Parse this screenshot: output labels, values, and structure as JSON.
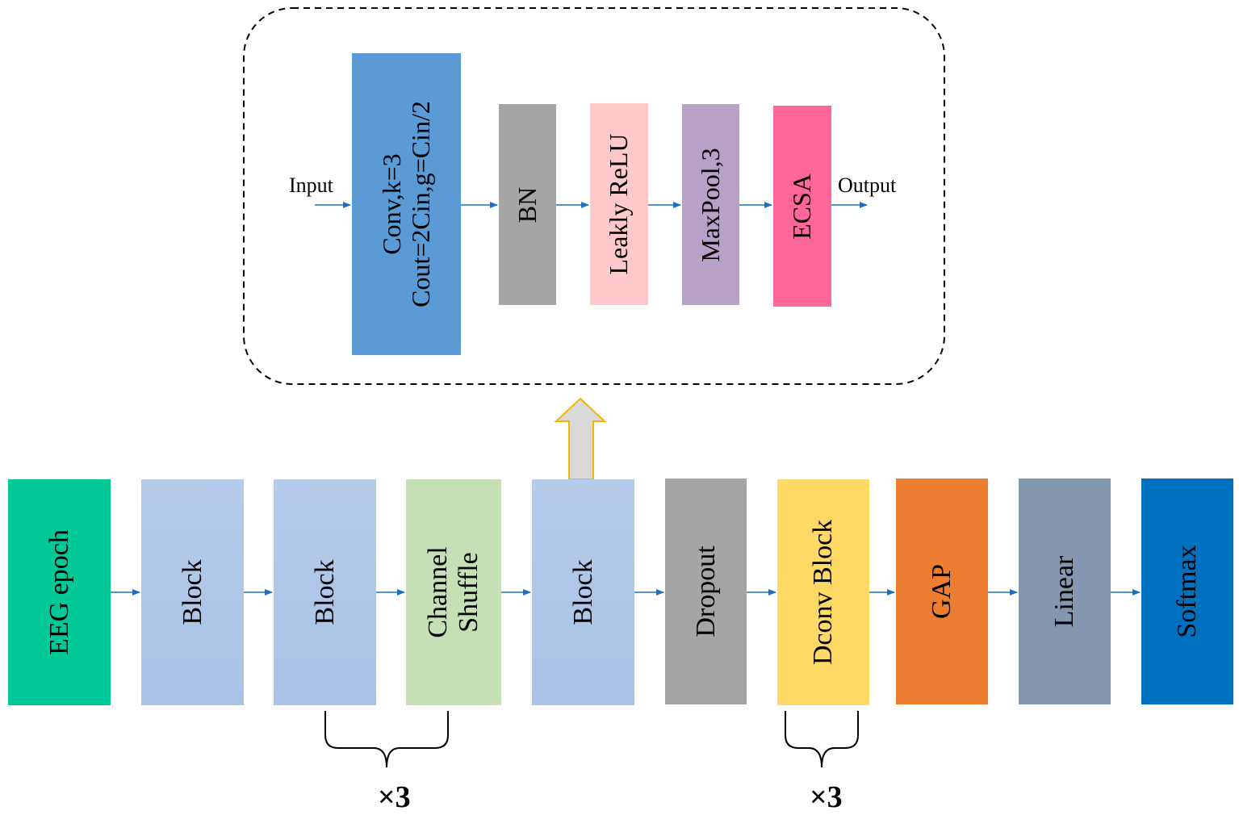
{
  "block_detail": {
    "input_label": "Input",
    "output_label": "Output",
    "layers": [
      {
        "lines": [
          "Conv,k=3",
          "Cout=2Cin,g=Cin/2"
        ],
        "color": "#5b9bd5"
      },
      {
        "lines": [
          "BN"
        ],
        "color": "#a5a5a5"
      },
      {
        "lines": [
          "Leakly ReLU"
        ],
        "color": "#ffc9cb"
      },
      {
        "lines": [
          "MaxPool,3"
        ],
        "color": "#b8a1c8"
      },
      {
        "lines": [
          "ECSA"
        ],
        "color": "#ff6699"
      }
    ]
  },
  "pipeline": [
    {
      "lines": [
        "EEG epoch"
      ],
      "color": "#00c896"
    },
    {
      "lines": [
        "Block"
      ],
      "color": "#a8c3e6"
    },
    {
      "lines": [
        "Block"
      ],
      "color": "#a8c3e6"
    },
    {
      "lines": [
        "Channel",
        "Shuffle"
      ],
      "color": "#c5e0b4"
    },
    {
      "lines": [
        "Block"
      ],
      "color": "#a8c3e6"
    },
    {
      "lines": [
        "Dropout"
      ],
      "color": "#a5a5a5"
    },
    {
      "lines": [
        "Dconv Block"
      ],
      "color": "#ffd966"
    },
    {
      "lines": [
        "GAP"
      ],
      "color": "#ed7d31"
    },
    {
      "lines": [
        "Linear"
      ],
      "color": "#8497b0"
    },
    {
      "lines": [
        "Softmax"
      ],
      "color": "#0070c0"
    }
  ],
  "repeats": [
    {
      "label": "×3"
    },
    {
      "label": "×3"
    }
  ],
  "colors": {
    "arrow": "#1f6fbf",
    "dashed_border": "#000000",
    "up_arrow_fill": "#d9d9d9",
    "up_arrow_stroke": "#f4b400"
  }
}
